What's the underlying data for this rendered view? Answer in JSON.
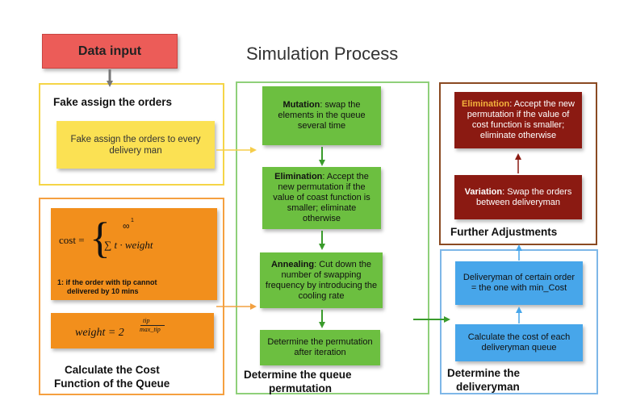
{
  "title": "Simulation Process",
  "data_input": "Data input",
  "fake_assign": {
    "heading": "Fake assign the orders",
    "box_text": "Fake assign the orders to every delivery man"
  },
  "cost_function": {
    "heading_line1": "Calculate the Cost",
    "heading_line2": "Function of the Queue",
    "cost_lhs": "cost =",
    "sum_text": "∑ t · weight",
    "sup_text": "∞",
    "sup_sub": "1",
    "note_line1": "1: if the order with tip cannot",
    "note_line2": "delivered by 10 mins",
    "weight_lhs": "weight = 2",
    "weight_exp_num": "tip",
    "weight_exp_den": "max_tip"
  },
  "queue_permutation": {
    "heading_line1": "Determine the queue",
    "heading_line2": "permutation",
    "mutation_label": "Mutation",
    "mutation_text": ": swap the elements in the queue several time",
    "elimination_label": "Elimination",
    "elimination_text": ": Accept the new permutation if the value of coast function is smaller; eliminate otherwise",
    "annealing_label": "Annealing",
    "annealing_text": ": Cut down the number of swapping frequency by introducing the cooling rate",
    "determine_text": "Determine the permutation after iteration"
  },
  "further_adjustments": {
    "heading": "Further Adjustments",
    "elimination_label": "Elimination",
    "elimination_text": ": Accept the new permutation if the value of cost function is smaller; eliminate otherwise",
    "variation_label": "Variation",
    "variation_text": ": Swap the orders between deliveryman"
  },
  "deliveryman": {
    "heading_line1": "Determine the",
    "heading_line2": "deliveryman",
    "box1_text": "Deliveryman of certain order = the one with min_Cost",
    "box2_text": "Calculate the cost of each deliveryman queue"
  },
  "colors": {
    "green": "#6cbf40",
    "red": "#8b1a12",
    "blue": "#47a6ea",
    "orange": "#f28f1c",
    "yellow": "#fbe153",
    "data_input": "#ec5c58"
  }
}
